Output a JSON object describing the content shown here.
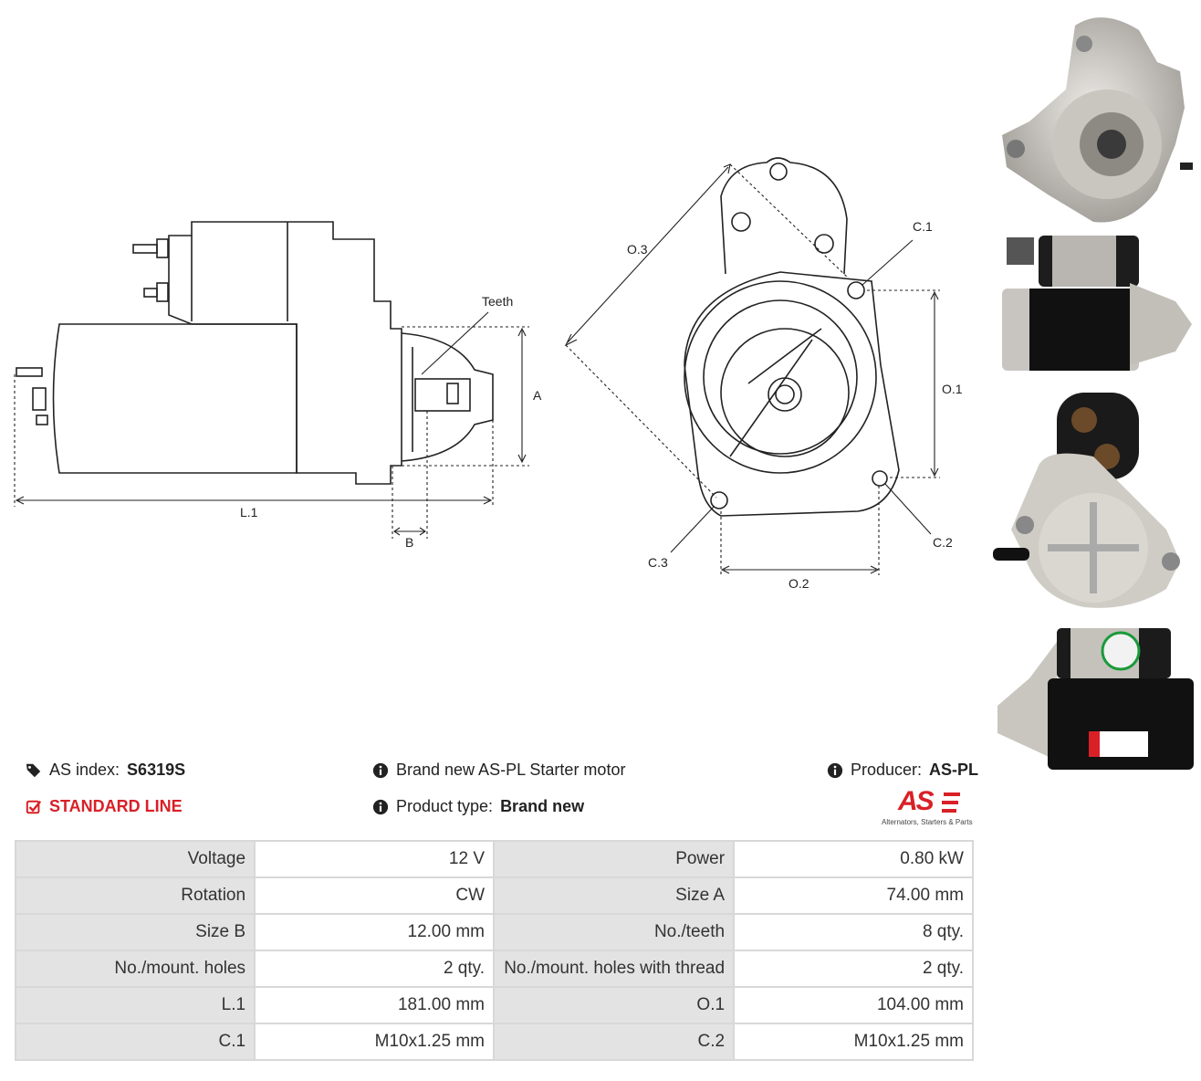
{
  "diagram": {
    "labels": {
      "teeth": "Teeth",
      "a": "A",
      "b": "B",
      "l1": "L.1",
      "o1": "O.1",
      "o2": "O.2",
      "o3": "O.3",
      "c1": "C.1",
      "c2": "C.2",
      "c3": "C.3"
    }
  },
  "info": {
    "as_index_label": "AS index:",
    "as_index_value": "S6319S",
    "standard_line": "STANDARD LINE",
    "description": "Brand new AS-PL Starter motor",
    "product_type_label": "Product type:",
    "product_type_value": "Brand new",
    "producer_label": "Producer:",
    "producer_value": "AS-PL"
  },
  "logo": {
    "mark": "AS",
    "tagline": "Alternators, Starters & Parts"
  },
  "specs": [
    [
      {
        "label": "Voltage",
        "value": "12 V"
      },
      {
        "label": "Power",
        "value": "0.80 kW"
      }
    ],
    [
      {
        "label": "Rotation",
        "value": "CW"
      },
      {
        "label": "Size A",
        "value": "74.00 mm"
      }
    ],
    [
      {
        "label": "Size B",
        "value": "12.00 mm"
      },
      {
        "label": "No./teeth",
        "value": "8 qty."
      }
    ],
    [
      {
        "label": "No./mount. holes",
        "value": "2 qty."
      },
      {
        "label": "No./mount. holes with thread",
        "value": "2 qty."
      }
    ],
    [
      {
        "label": "L.1",
        "value": "181.00 mm"
      },
      {
        "label": "O.1",
        "value": "104.00 mm"
      }
    ],
    [
      {
        "label": "C.1",
        "value": "M10x1.25 mm"
      },
      {
        "label": "C.2",
        "value": "M10x1.25 mm"
      }
    ]
  ],
  "colors": {
    "accent_red": "#d92027",
    "table_label_bg": "#e3e3e3",
    "table_border": "#d8d8d8"
  },
  "icons": [
    "tags-icon",
    "check-square-icon",
    "info-circle-icon"
  ]
}
